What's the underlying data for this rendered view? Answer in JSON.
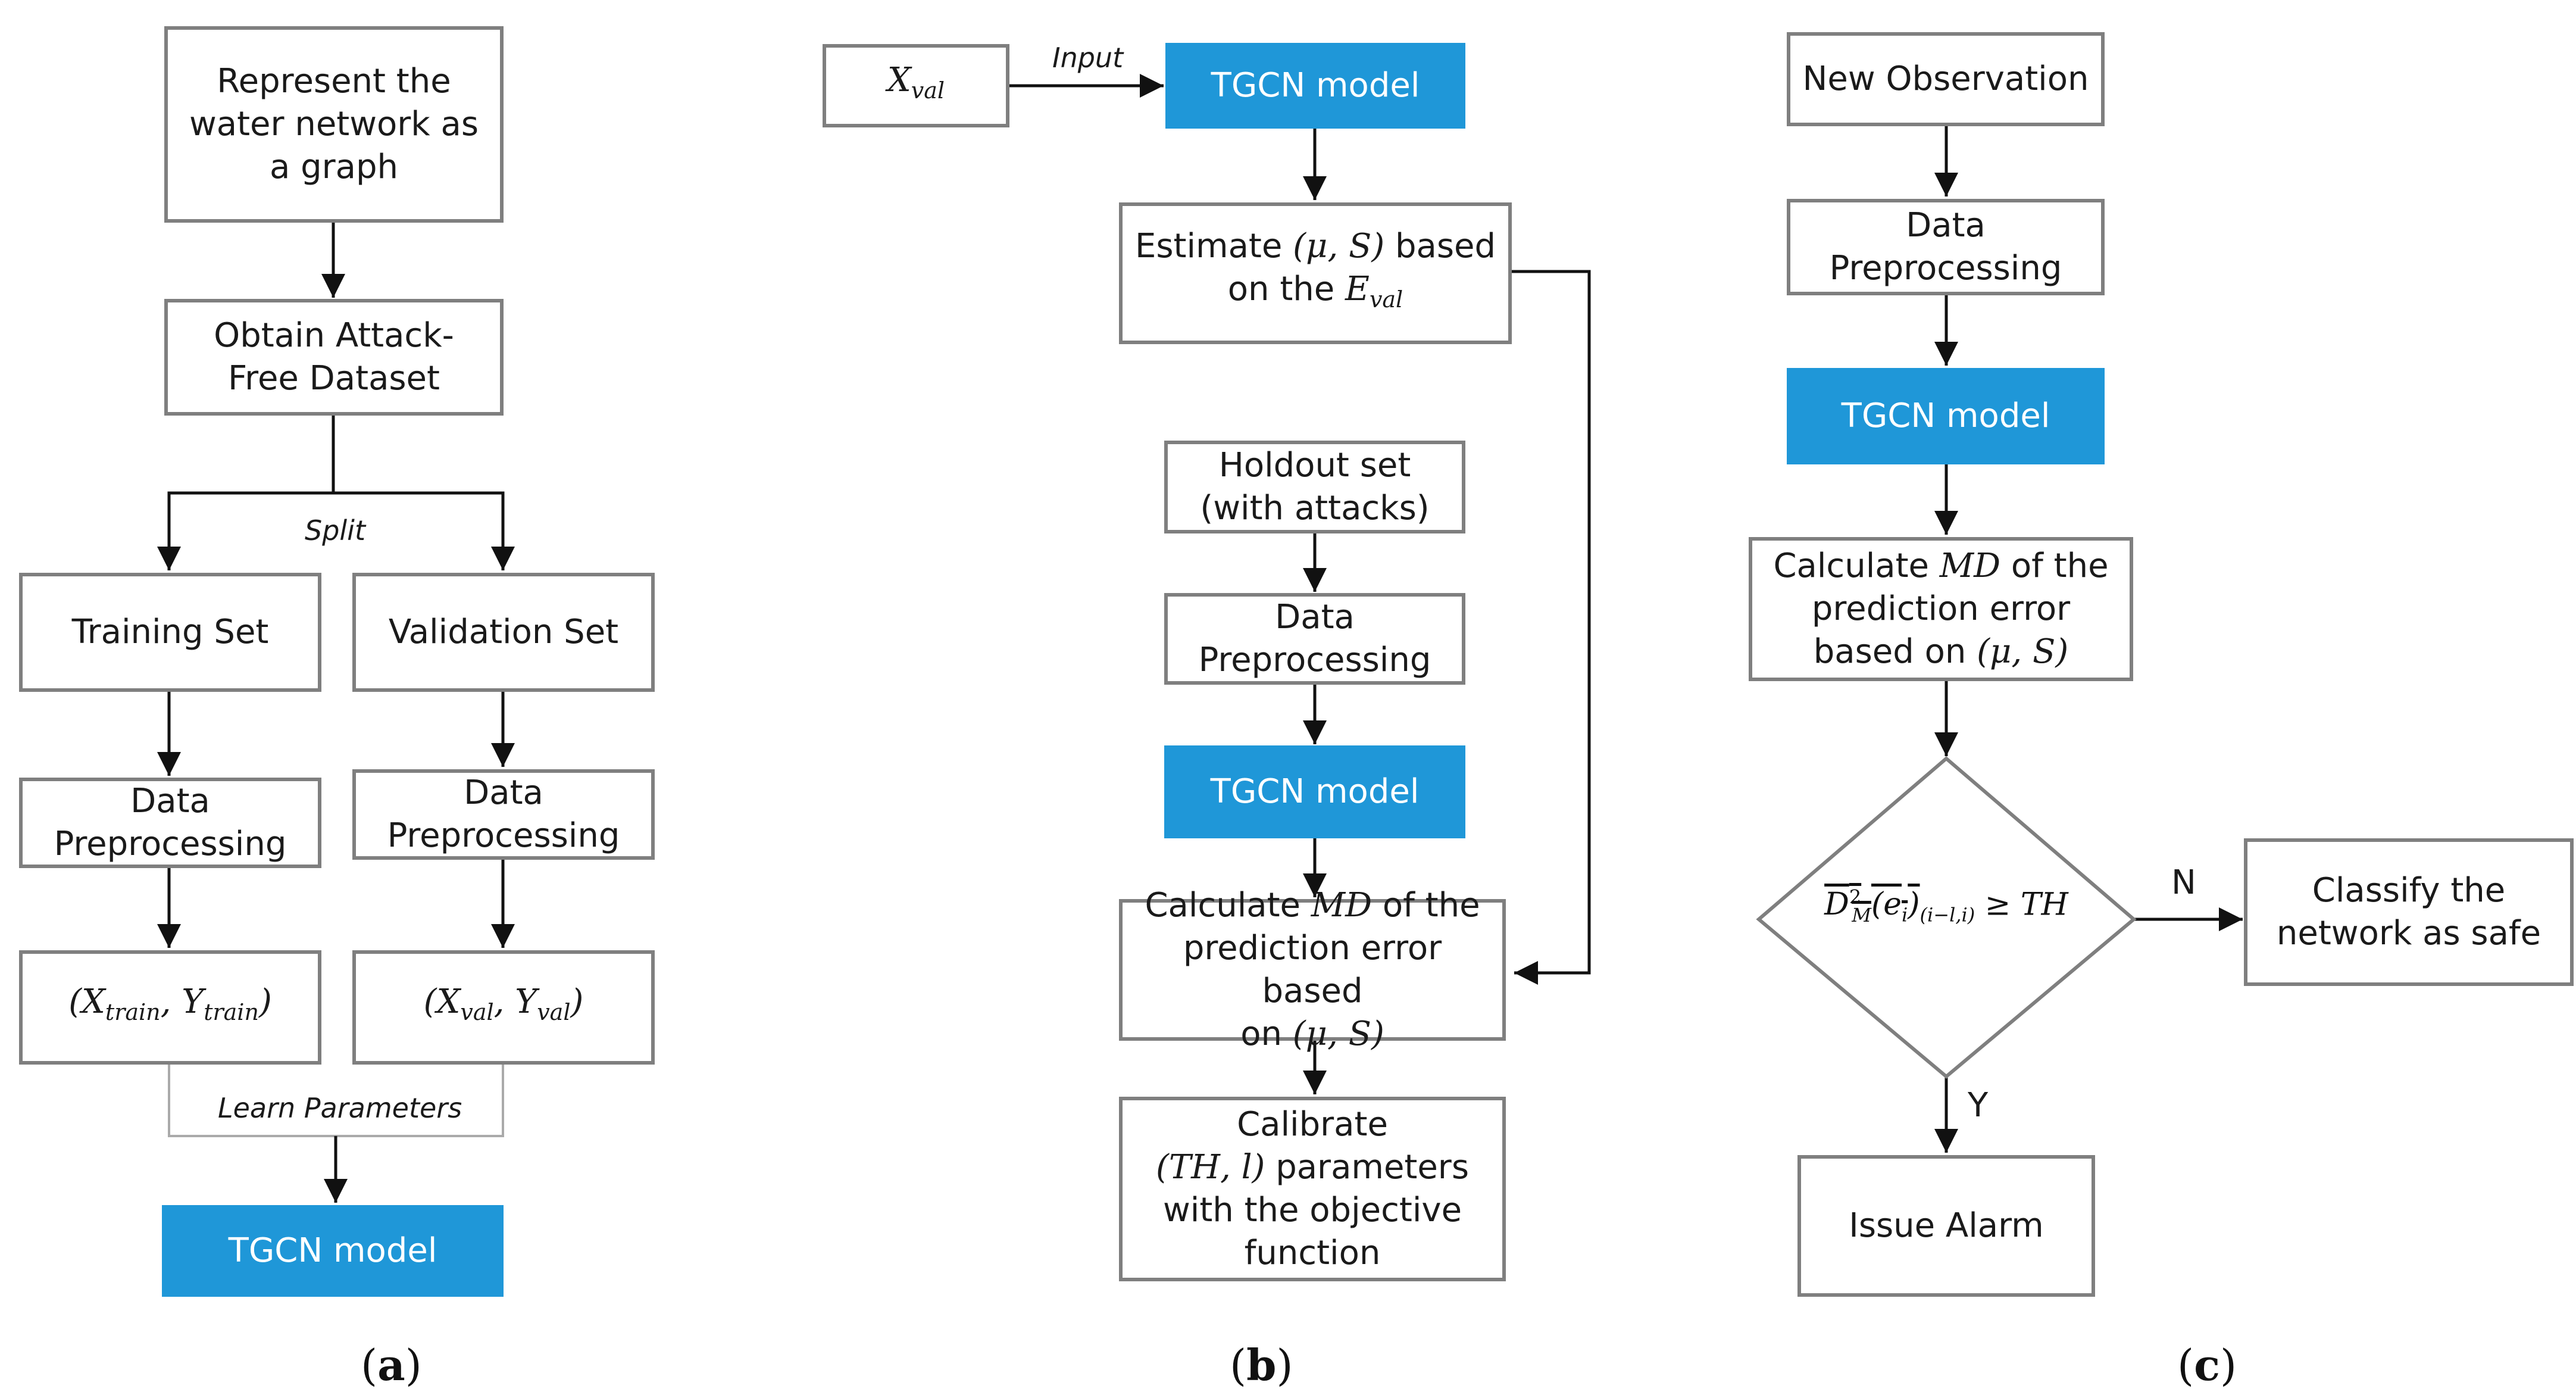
{
  "panel_a": {
    "represent": "Represent the water network as a graph",
    "obtain": "Obtain Attack-Free Dataset",
    "split_label": "Split",
    "training_set": "Training Set",
    "validation_set": "Validation Set",
    "data_prep_train": "Data Preprocessing",
    "data_prep_val": "Data Preprocessing",
    "train_pair": "(X_train, Y_train)",
    "val_pair": "(X_val, Y_val)",
    "learn_label": "Learn Parameters",
    "tgcn": "TGCN model",
    "caption": "a"
  },
  "panel_b": {
    "x_val": "X_val",
    "input_label": "Input",
    "tgcn_top": "TGCN model",
    "estimate": "Estimate (μ, S) based on the E_val",
    "holdout": "Holdout set (with attacks)",
    "data_prep": "Data Preprocessing",
    "tgcn_mid": "TGCN model",
    "calc_md": "Calculate MD of the prediction error based on (μ, S)",
    "calibrate": "Calibrate (TH, l) parameters with the objective function",
    "caption": "b"
  },
  "panel_c": {
    "new_obs": "New Observation",
    "data_prep": "Data Preprocessing",
    "tgcn": "TGCN model",
    "calc_md": "Calculate MD of the prediction error based on (μ, S)",
    "decision": "D_M^2(e_i)_(i−l,i) ≥ TH",
    "n_label": "N",
    "y_label": "Y",
    "classify": "Classify the network as safe",
    "alarm": "Issue Alarm",
    "caption": "c"
  },
  "colors": {
    "model_fill": "#1f97d8",
    "box_border": "#7f7f7f",
    "arrow": "#111111"
  }
}
